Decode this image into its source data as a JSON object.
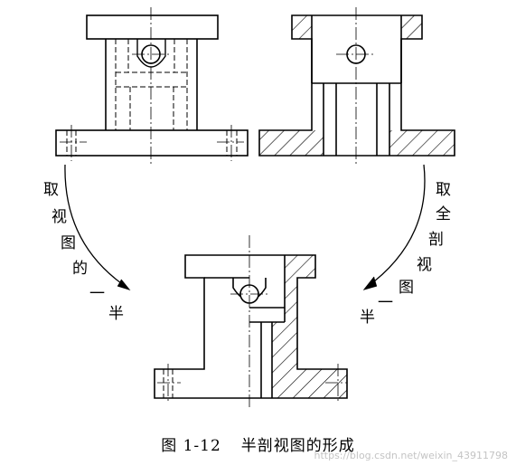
{
  "figure": {
    "left_label_chars": [
      "取",
      "视",
      "图",
      "的",
      "一",
      "半"
    ],
    "right_label_chars": [
      "取",
      "全",
      "剖",
      "视",
      "图",
      "一",
      "半"
    ],
    "caption_number": "图 1-12",
    "caption_title": "半剖视图的形成",
    "watermark": "https://blog.csdn.net/weixin_43911798"
  }
}
